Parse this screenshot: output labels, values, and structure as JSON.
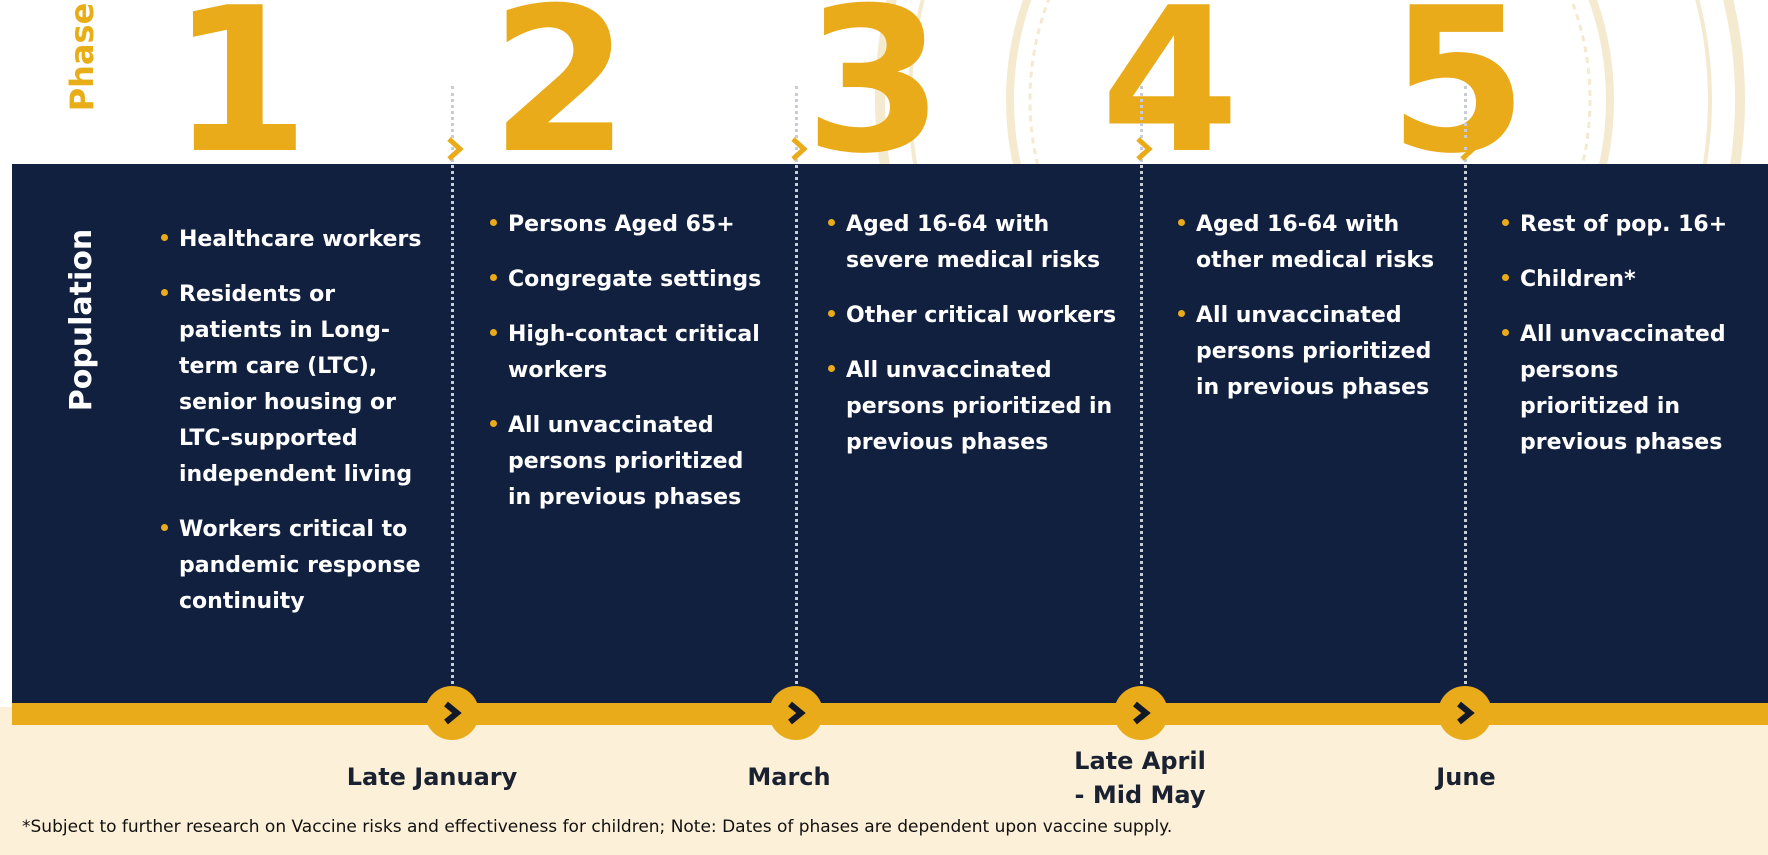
{
  "header": {
    "phase_label": "Phase"
  },
  "row_label": "Population",
  "phases": [
    {
      "number": "1",
      "items": [
        "Healthcare workers",
        "Residents or patients in Long-term care (LTC), senior housing or LTC-supported independent living",
        "Workers critical to pandemic response continuity"
      ]
    },
    {
      "number": "2",
      "items": [
        "Persons Aged 65+",
        "Congregate settings",
        "High-contact critical workers",
        "All unvaccinated persons prioritized in previous phases"
      ]
    },
    {
      "number": "3",
      "items": [
        "Aged 16-64 with severe medical risks",
        "Other critical workers",
        "All unvaccinated persons prioritized in previous phases"
      ]
    },
    {
      "number": "4",
      "items": [
        "Aged 16-64 with other medical risks",
        "All unvaccinated persons prioritized in previous phases"
      ]
    },
    {
      "number": "5",
      "items": [
        "Rest of pop. 16+",
        "Children*",
        "All unvaccinated persons prioritized in previous phases"
      ]
    }
  ],
  "timeline": [
    {
      "date_line1": "Late January",
      "date_line2": ""
    },
    {
      "date_line1": "March",
      "date_line2": ""
    },
    {
      "date_line1": "Late April",
      "date_line2": "- Mid May"
    },
    {
      "date_line1": "June",
      "date_line2": ""
    }
  ],
  "footnote": "*Subject to further research on Vaccine risks and effectiveness for children; Note: Dates of phases are dependent upon vaccine supply.",
  "colors": {
    "navy": "#122040",
    "gold": "#e9ab1a",
    "cream": "#fcf0d8",
    "text_dark": "#1a2232"
  },
  "icons": {
    "arrow": "chevron-right-icon",
    "bullet": "bullet-dot-icon",
    "seal": "state-seal-watermark"
  }
}
